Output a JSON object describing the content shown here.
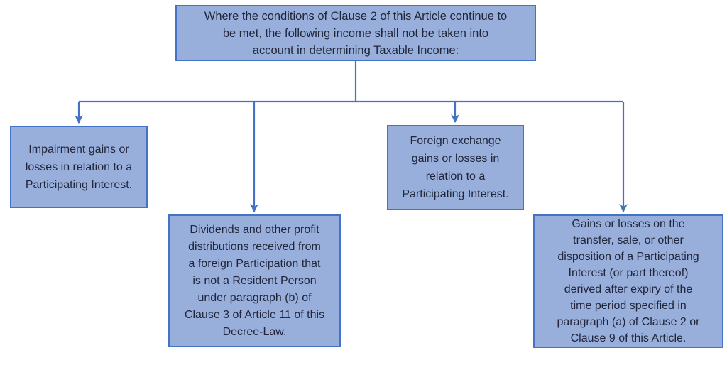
{
  "diagram": {
    "type": "flowchart",
    "colors": {
      "box_fill": "#98AFDB",
      "box_border": "#4472C4",
      "connector": "#4472C4",
      "text": "#21253A",
      "background": "#FFFFFF"
    },
    "root": {
      "text": "Where the conditions of Clause 2 of this Article continue to\nbe met, the following income shall not be taken into\naccount in determining Taxable Income:"
    },
    "children": [
      {
        "id": "impairment",
        "text": "Impairment gains or\nlosses in relation to a\nParticipating Interest."
      },
      {
        "id": "dividends",
        "text": "Dividends and other profit\ndistributions received from\na foreign Participation that\nis not a Resident Person\nunder paragraph (b) of\nClause 3 of Article 11 of this\nDecree-Law."
      },
      {
        "id": "foreign-exchange",
        "text": "Foreign exchange\ngains or losses in\nrelation to a\nParticipating Interest."
      },
      {
        "id": "gains-losses-transfer",
        "text": "Gains or losses on the\ntransfer, sale, or other\ndisposition of a Participating\nInterest (or part thereof)\nderived after expiry of the\ntime period specified in\nparagraph (a) of Clause 2 or\nClause 9 of this Article."
      }
    ]
  }
}
